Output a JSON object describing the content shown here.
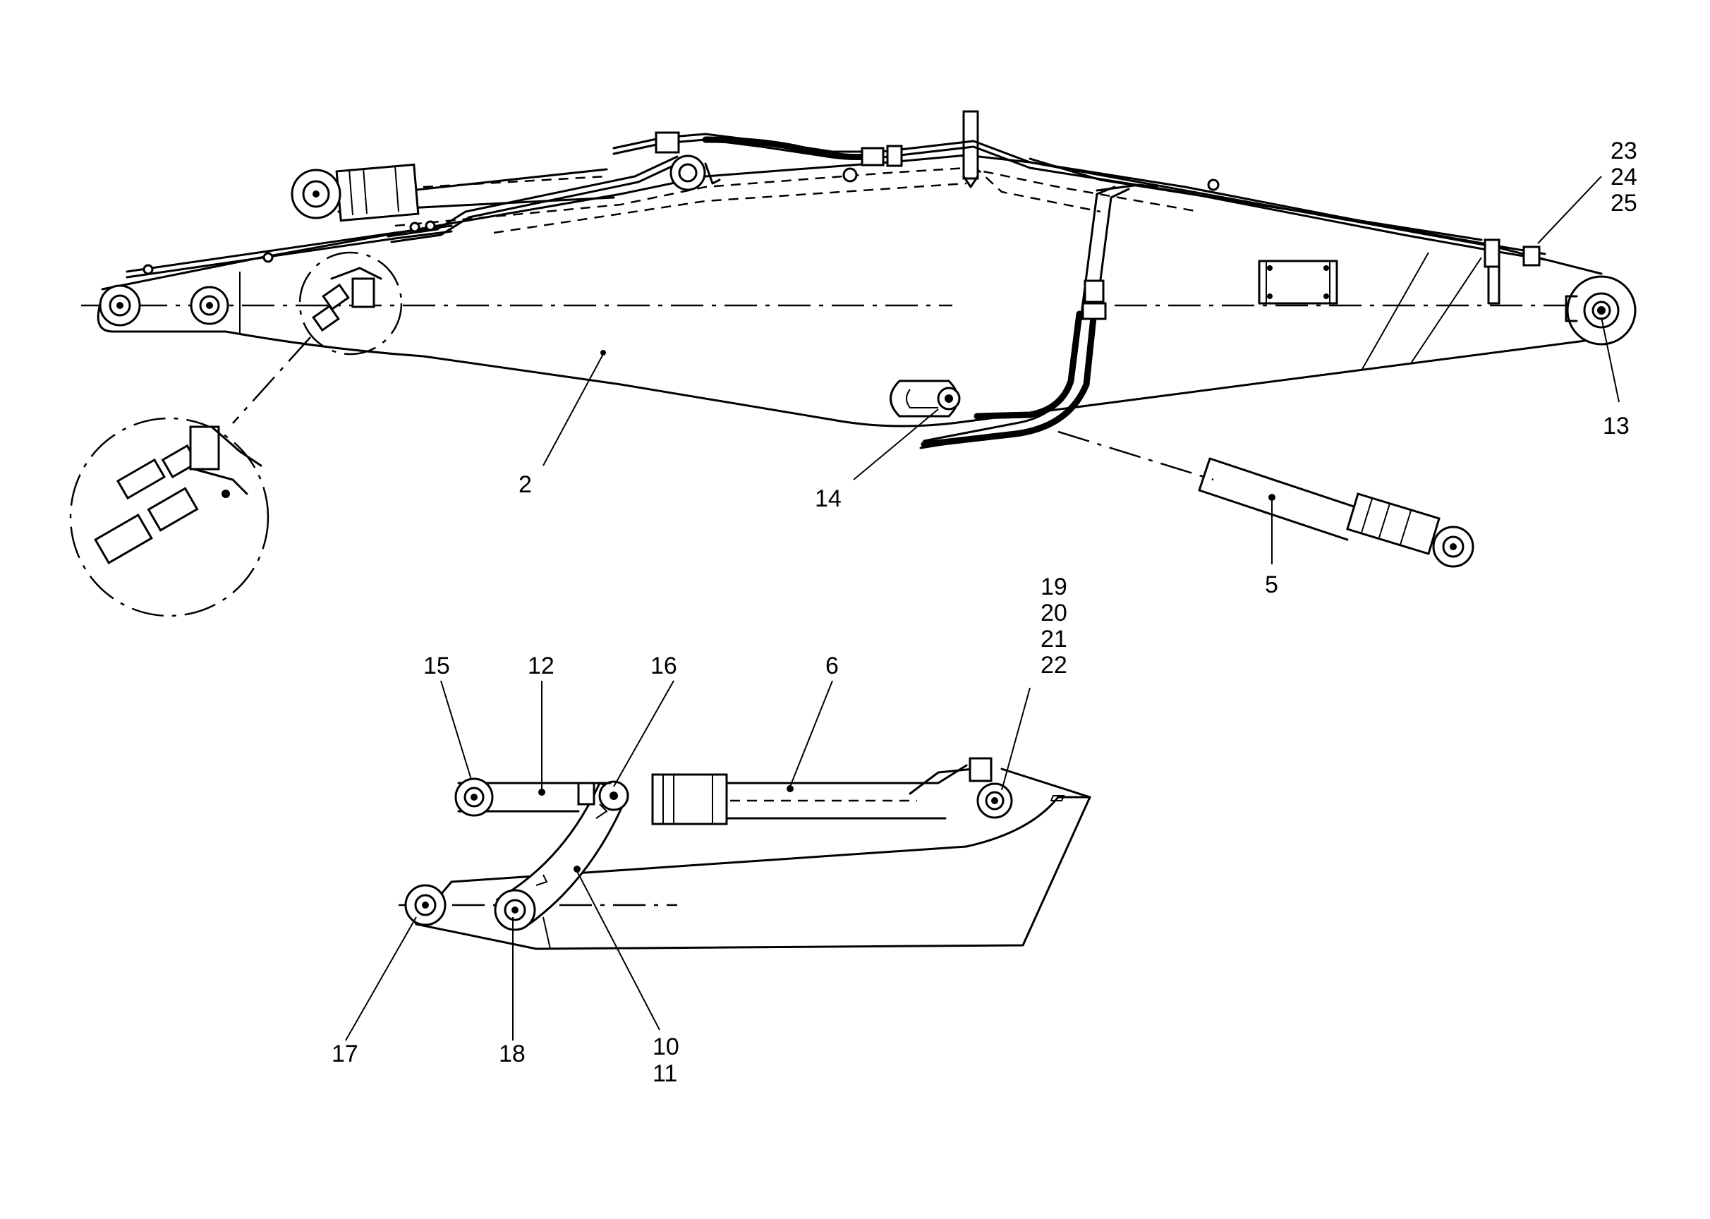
{
  "callouts": {
    "c2": "2",
    "c5": "5",
    "c6": "6",
    "c10": "10",
    "c11": "11",
    "c12": "12",
    "c13": "13",
    "c14": "14",
    "c15": "15",
    "c16": "16",
    "c17": "17",
    "c18": "18",
    "c19": "19",
    "c20": "20",
    "c21": "21",
    "c22": "22",
    "c23": "23",
    "c24": "24",
    "c25": "25"
  }
}
